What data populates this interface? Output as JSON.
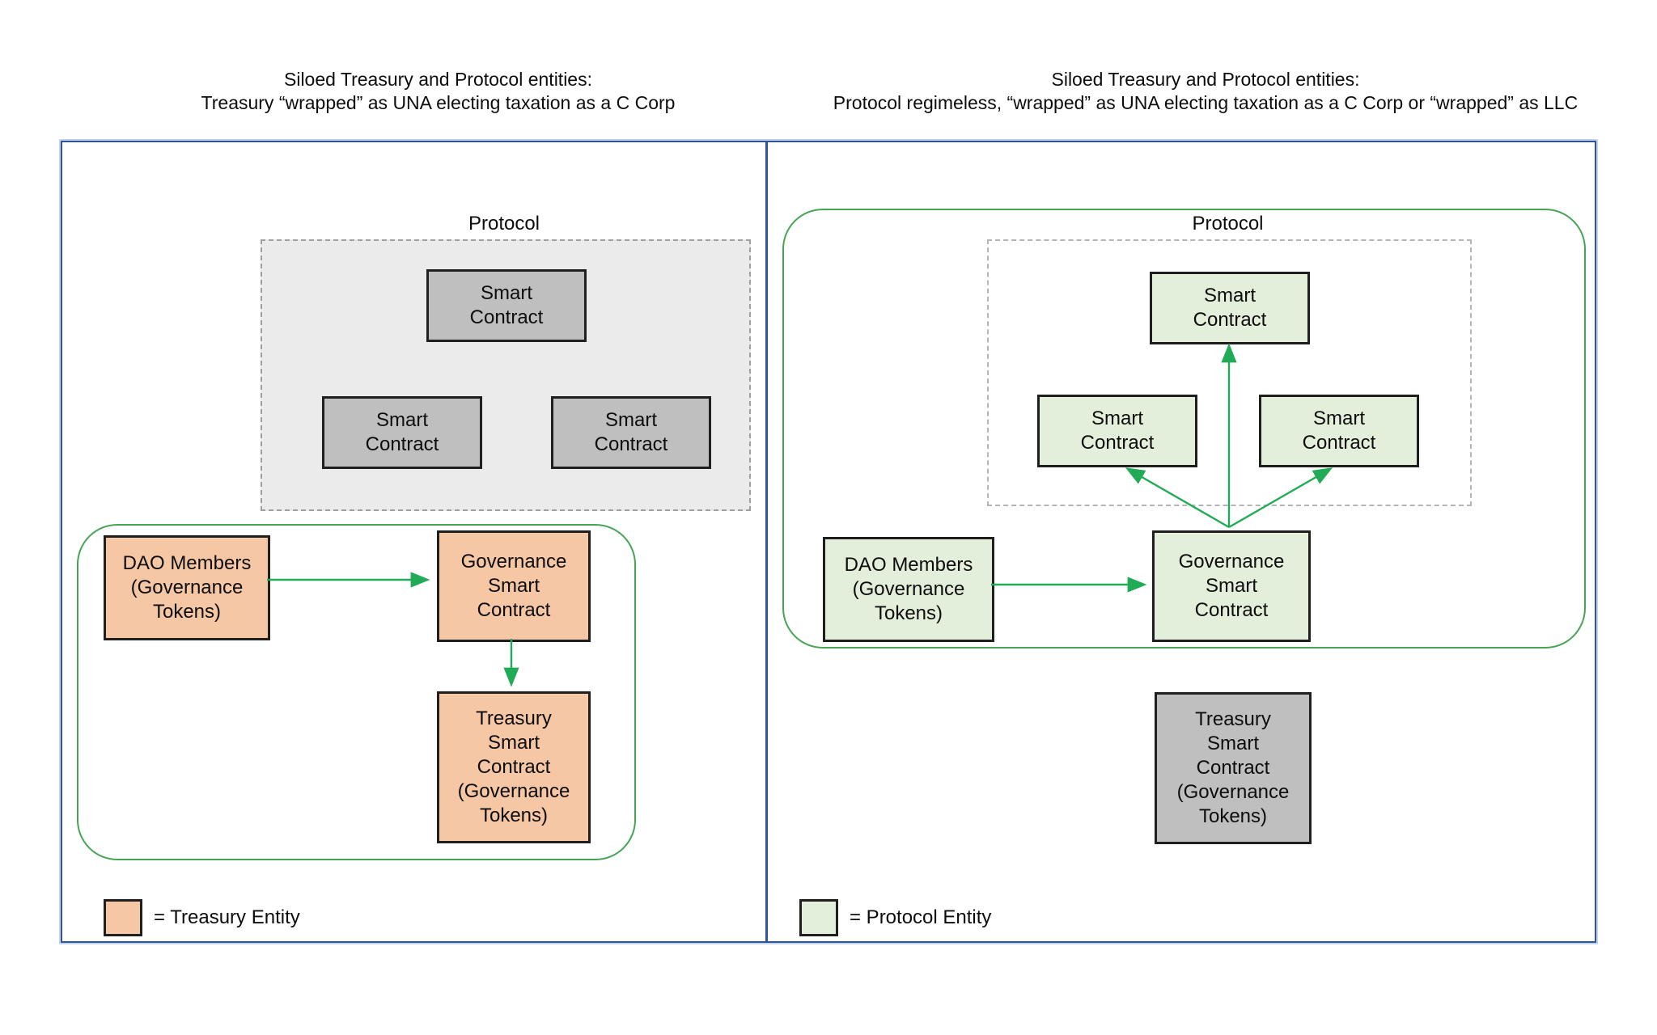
{
  "titles": {
    "left_line1": "Siloed Treasury and Protocol entities:",
    "left_line2": "Treasury “wrapped” as UNA electing taxation as a C Corp",
    "right_line1": "Siloed Treasury and Protocol entities:",
    "right_line2": "Protocol regimeless, “wrapped” as UNA electing taxation as a C Corp or “wrapped” as  LLC"
  },
  "left_panel": {
    "protocol_label": "Protocol",
    "smart_contract_top": "Smart\nContract",
    "smart_contract_left": "Smart\nContract",
    "smart_contract_right": "Smart\nContract",
    "dao_members": "DAO Members\n(Governance\nTokens)",
    "governance_sc": "Governance\nSmart\nContract",
    "treasury_sc": "Treasury\nSmart\nContract\n(Governance\nTokens)",
    "legend_label": "= Treasury Entity"
  },
  "right_panel": {
    "protocol_label": "Protocol",
    "smart_contract_top": "Smart\nContract",
    "smart_contract_left": "Smart\nContract",
    "smart_contract_right": "Smart\nContract",
    "dao_members": "DAO Members\n(Governance\nTokens)",
    "governance_sc": "Governance\nSmart\nContract",
    "treasury_sc": "Treasury\nSmart\nContract\n(Governance\nTokens)",
    "legend_label": "= Protocol Entity"
  },
  "colors": {
    "treasury_fill": "#f6c7a4",
    "protocol_fill": "#e3efda",
    "gray_fill": "#bfbfbf",
    "dashed_gray_fill": "#ebebeb",
    "arrow_green": "#22ab57",
    "container_green": "#46a455",
    "frame_blue": "#2f5597",
    "frame_blue_light": "#c3d4ec"
  }
}
